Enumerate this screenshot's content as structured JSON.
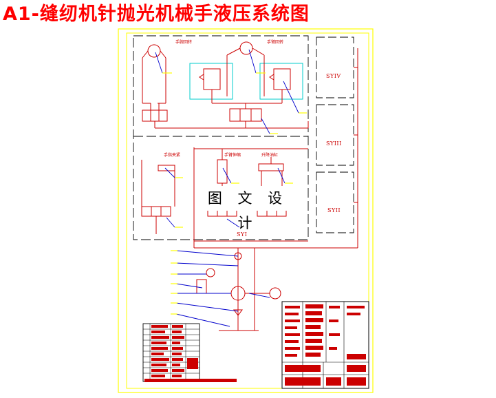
{
  "title": "A1-缝纫机针抛光机械手液压系统图",
  "watermark": "图 文 设 计",
  "circuits": {
    "upper_left": "手腕回转",
    "upper_mid": "手臂回转",
    "lower_left": "手指夹紧",
    "lower_mid": "手臂伸缩",
    "lower_right": "升降油缸"
  },
  "stations": {
    "s4": "SYIV",
    "s3": "SYIII",
    "s2": "SYII",
    "s1": "SYI"
  },
  "colors": {
    "frame": "#ffff00",
    "circuit": "#cc0000",
    "leader": "#0000cc",
    "highlight": "#00cccc",
    "boundary": "#000000",
    "title": "#ff0000"
  }
}
